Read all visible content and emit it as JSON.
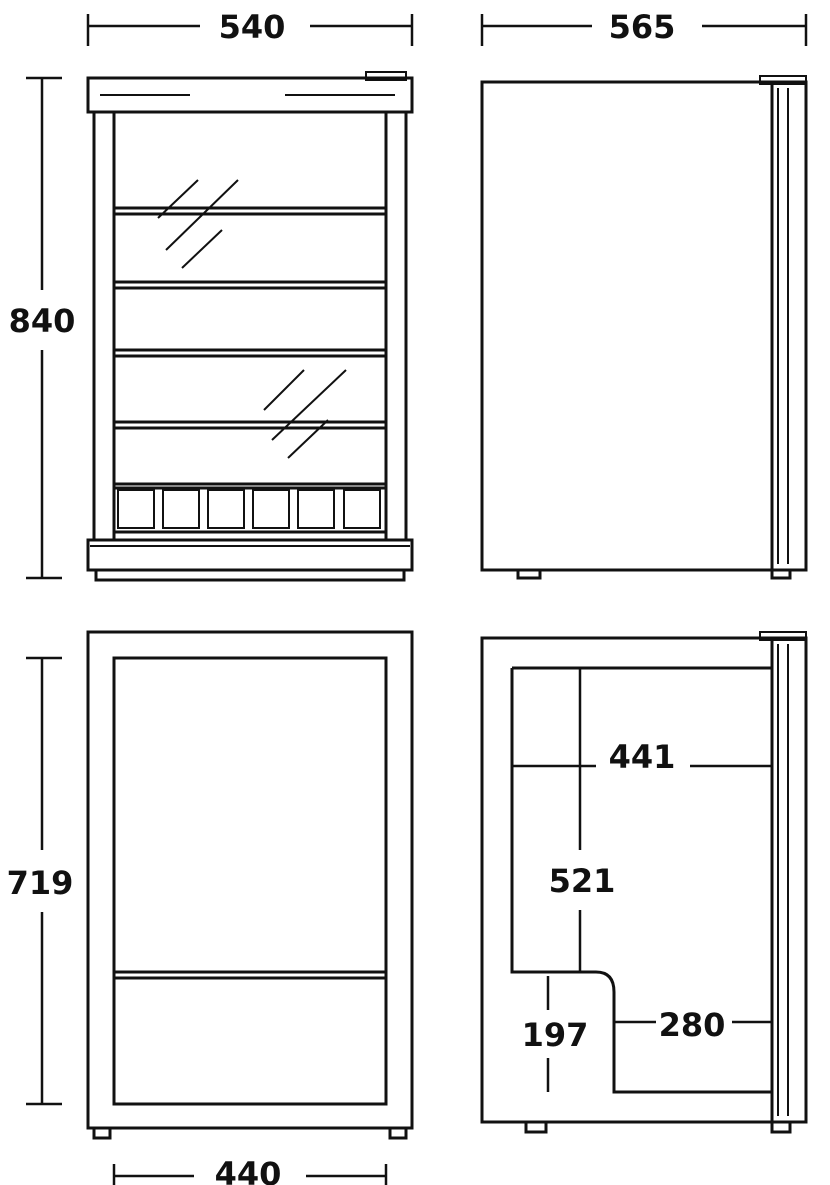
{
  "dimensions": {
    "front_width": "540",
    "side_depth": "565",
    "height": "840",
    "rear_height": "719",
    "rear_width": "440",
    "inner_depth": "441",
    "inner_height": "521",
    "step_height": "197",
    "step_depth": "280"
  },
  "colors": {
    "line": "#111111",
    "background": "#ffffff"
  }
}
